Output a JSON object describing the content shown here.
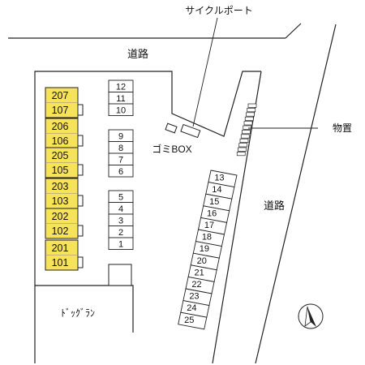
{
  "labels": {
    "cycle_port": "サイクルポート",
    "road_top": "道路",
    "road_right": "道路",
    "storage": "物置",
    "garbage_box": "ゴミBOX",
    "dog_run": "ﾄﾞｯｸﾞﾗﾝ"
  },
  "units": [
    {
      "upper": "207",
      "lower": "107"
    },
    {
      "upper": "206",
      "lower": "106"
    },
    {
      "upper": "205",
      "lower": "105"
    },
    {
      "upper": "203",
      "lower": "103"
    },
    {
      "upper": "202",
      "lower": "102"
    },
    {
      "upper": "201",
      "lower": "101"
    }
  ],
  "parking_upper": [
    "12",
    "11",
    "10"
  ],
  "parking_middle": [
    "9",
    "8",
    "7",
    "6"
  ],
  "parking_lower": [
    "5",
    "4",
    "3",
    "2",
    "1"
  ],
  "parking_right": [
    "13",
    "14",
    "15",
    "16",
    "17",
    "18",
    "19",
    "20",
    "21",
    "22",
    "23",
    "24",
    "25"
  ],
  "colors": {
    "unit_fill": "#f7e35a",
    "line": "#222222"
  },
  "icons": [
    "north-arrow-icon"
  ]
}
